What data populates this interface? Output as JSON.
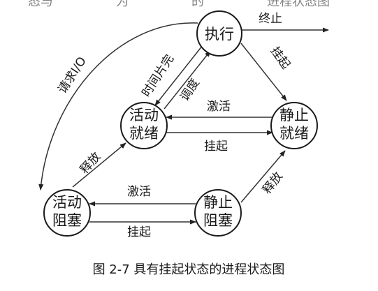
{
  "figure": {
    "caption": "图 2-7    具有挂起状态的进程状态图",
    "top_clipped_text": "态与　　　　　为　　　　　的　　　　　进程状态图",
    "states": {
      "exec": [
        "执行"
      ],
      "active_ready": [
        "活动",
        "就绪"
      ],
      "static_ready": [
        "静止",
        "就绪"
      ],
      "active_blocked": [
        "活动",
        "阻塞"
      ],
      "static_blocked": [
        "静止",
        "阻塞"
      ]
    },
    "transitions": {
      "terminate": "终止",
      "request_io": "请求I/O",
      "timeout": "时间片完",
      "dispatch": "调度",
      "suspend_exec": "挂起",
      "activate_ready": "激活",
      "suspend_ready": "挂起",
      "release_active": "释放",
      "release_static": "释放",
      "activate_blocked": "激活",
      "suspend_blocked": "挂起"
    }
  }
}
